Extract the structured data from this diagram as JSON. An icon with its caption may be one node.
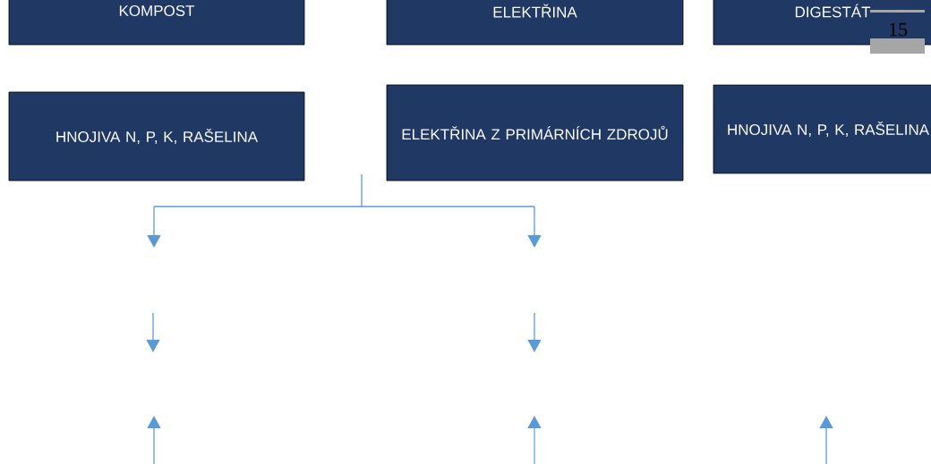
{
  "diagram": {
    "nodes": [
      {
        "text": [
          "KOMPOST"
        ]
      },
      {
        "text": [
          "ELEKTŘINA"
        ]
      },
      {
        "text": [
          "DIGESTÁT"
        ]
      },
      {
        "text": [
          "HNOJIVA N, P, K, RAŠELINA"
        ]
      },
      {
        "text": [
          "ELEKTŘINA Z PRIMÁRNÍCH ZDROJŮ"
        ]
      },
      {
        "text": [
          "HNOJIVA N, P, K, RAŠELINA"
        ]
      }
    ],
    "labels": [
      "15"
    ]
  }
}
